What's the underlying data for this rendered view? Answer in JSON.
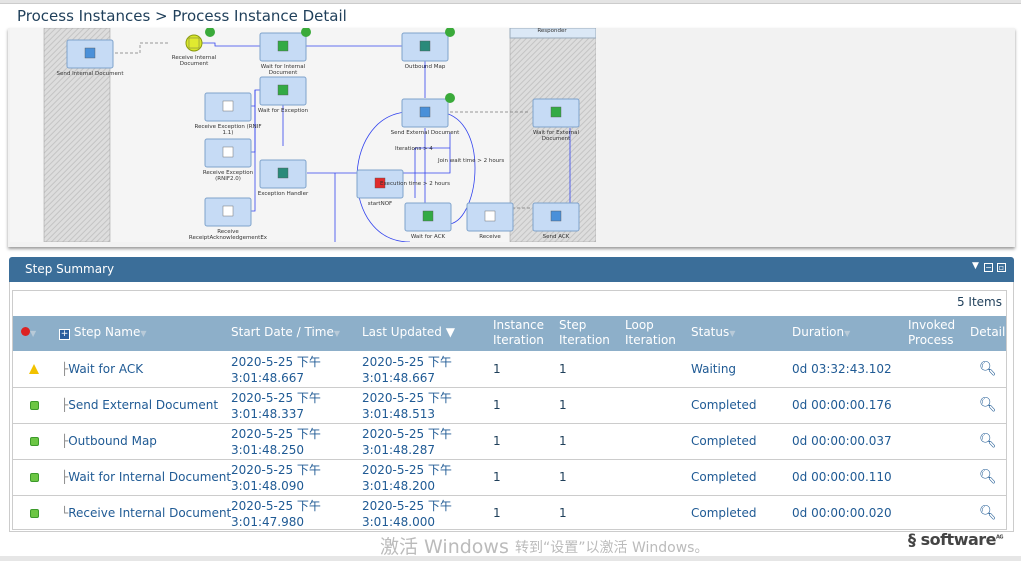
{
  "breadcrumb": "Process Instances > Process Instance Detail",
  "diagram": {
    "lane_label": "Responder",
    "nodes": [
      "Send Internal Document",
      "Receive Internal Document",
      "Wait for Internal Document",
      "Outbound Map",
      "Receive Exception (RNIF 1.1)",
      "Wait for Exception",
      "Receive Exception (RNIF2.0)",
      "Exception Handler",
      "Receive ReceiptAcknowledgementEx",
      "Send External Document",
      "Wait for External Document",
      "startNOF",
      "Wait for ACK",
      "Receive",
      "Send ACK"
    ],
    "edge_labels": [
      "Iterations > 4",
      "Join wait time > 2 hours",
      "Execution time > 2 hours"
    ]
  },
  "panel": {
    "title": "Step Summary"
  },
  "table": {
    "items_count": "5 Items",
    "columns": [
      "Step Name",
      "Start Date / Time",
      "Last Updated",
      "Instance Iteration",
      "Step Iteration",
      "Loop Iteration",
      "Status",
      "Duration",
      "Invoked Process",
      "Detail"
    ],
    "rows": [
      {
        "status_icon": "warning",
        "step": "Wait for ACK",
        "start_date": "2020-5-25 下午",
        "start_time": "3:01:48.667",
        "upd_date": "2020-5-25 下午",
        "upd_time": "3:01:48.667",
        "inst": "1",
        "stepit": "1",
        "loop": "",
        "status": "Waiting",
        "duration": "0d 03:32:43.102",
        "invoked": ""
      },
      {
        "status_icon": "ok",
        "step": "Send External Document",
        "start_date": "2020-5-25 下午",
        "start_time": "3:01:48.337",
        "upd_date": "2020-5-25 下午",
        "upd_time": "3:01:48.513",
        "inst": "1",
        "stepit": "1",
        "loop": "",
        "status": "Completed",
        "duration": "0d 00:00:00.176",
        "invoked": ""
      },
      {
        "status_icon": "ok",
        "step": "Outbound Map",
        "start_date": "2020-5-25 下午",
        "start_time": "3:01:48.250",
        "upd_date": "2020-5-25 下午",
        "upd_time": "3:01:48.287",
        "inst": "1",
        "stepit": "1",
        "loop": "",
        "status": "Completed",
        "duration": "0d 00:00:00.037",
        "invoked": ""
      },
      {
        "status_icon": "ok",
        "step": "Wait for Internal Document",
        "start_date": "2020-5-25 下午",
        "start_time": "3:01:48.090",
        "upd_date": "2020-5-25 下午",
        "upd_time": "3:01:48.200",
        "inst": "1",
        "stepit": "1",
        "loop": "",
        "status": "Completed",
        "duration": "0d 00:00:00.110",
        "invoked": ""
      },
      {
        "status_icon": "ok",
        "step": "Receive Internal Document",
        "start_date": "2020-5-25 下午",
        "start_time": "3:01:47.980",
        "upd_date": "2020-5-25 下午",
        "upd_time": "3:01:48.000",
        "inst": "1",
        "stepit": "1",
        "loop": "",
        "status": "Completed",
        "duration": "0d 00:00:00.020",
        "invoked": ""
      }
    ]
  },
  "watermark": {
    "line1": "激活 Windows",
    "line2": "转到“设置”以激活 Windows。"
  },
  "logo": "software AG"
}
